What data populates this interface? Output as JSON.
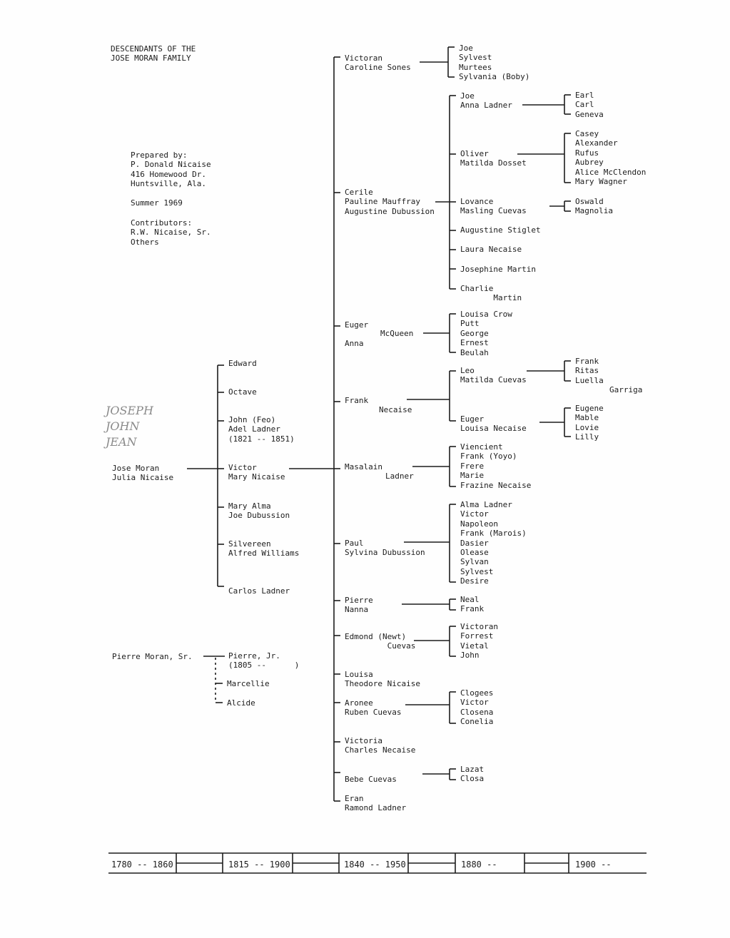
{
  "header": {
    "title": [
      "DESCENDANTS OF THE",
      "JOSE MORAN FAMILY"
    ]
  },
  "credits": {
    "prepared": [
      "Prepared by:",
      "P. Donald Nicaise",
      "416 Homewood Dr.",
      "Huntsville, Ala."
    ],
    "date": "Summer 1969",
    "contributors": [
      "Contributors:",
      "R.W. Nicaise, Sr.",
      "Others"
    ]
  },
  "handwriting": [
    "JOSEPH",
    "JOHN",
    "JEAN"
  ],
  "roots": {
    "jose": [
      "Jose Moran",
      "Julia Nicaise"
    ],
    "pierre_sr": "Pierre Moran, Sr."
  },
  "gen2": {
    "edward": [
      "Edward"
    ],
    "octave": [
      "Octave"
    ],
    "john": [
      "John (Feo)",
      "Adel Ladner",
      "(1821 -- 1851)"
    ],
    "victor": [
      "Victor",
      "Mary Nicaise"
    ],
    "mary_alma": [
      "Mary Alma",
      "Joe Dubussion"
    ],
    "silvereen": [
      "Silvereen",
      "Alfred Williams"
    ],
    "carlos": [
      "Carlos Ladner"
    ],
    "pierre_jr": [
      "Pierre, Jr.",
      "(1805 --      )"
    ],
    "marcellie": [
      "Marcellie"
    ],
    "alcide": [
      "Alcide"
    ]
  },
  "gen3": {
    "victoran": [
      "Victoran",
      "Caroline Sones"
    ],
    "cerile": [
      "Cerile",
      "Pauline Mauffray",
      "Augustine Dubussion"
    ],
    "euger_name": "Euger",
    "euger_mcqueen": "McQueen",
    "euger_anna": "Anna",
    "frank_name": "Frank",
    "frank_necaise": "Necaise",
    "masalain_name": "Masalain",
    "masalain_ladner": "Ladner",
    "paul": [
      "Paul",
      "Sylvina Dubussion"
    ],
    "pierre": [
      "Pierre",
      "Nanna"
    ],
    "edmond": [
      "Edmond (Newt)",
      "         Cuevas"
    ],
    "louisa": [
      "Louisa",
      "Theodore Nicaise"
    ],
    "aronee": [
      "Aronee",
      "Ruben Cuevas"
    ],
    "victoria": [
      "Victoria",
      "Charles Necaise"
    ],
    "bebe": [
      "Bebe Cuevas"
    ],
    "eran": [
      "Eran",
      "Ramond Ladner"
    ]
  },
  "gen4": {
    "victoran_children": [
      "Joe",
      "Sylvest",
      "Murtees",
      "Sylvania (Boby)"
    ],
    "joe": [
      "Joe",
      "Anna Ladner"
    ],
    "oliver": [
      "Oliver",
      "Matilda Dosset"
    ],
    "lovance": [
      "Lovance",
      "Masling Cuevas"
    ],
    "augustine": [
      "Augustine Stiglet"
    ],
    "laura": [
      "Laura Necaise"
    ],
    "josephine": [
      "Josephine Martin"
    ],
    "charlie": [
      "Charlie",
      "       Martin"
    ],
    "euger_children": [
      "Louisa Crow",
      "Putt",
      "George",
      "Ernest",
      "Beulah"
    ],
    "leo": [
      "Leo",
      "Matilda Cuevas"
    ],
    "euger2": [
      "Euger",
      "Louisa Necaise"
    ],
    "masalain_children": [
      "Viencient",
      "Frank (Yoyo)",
      "Frere",
      "Marie",
      "Frazine Necaise"
    ],
    "paul_children": [
      "Alma Ladner",
      "Victor",
      "Napoleon",
      "Frank (Marois)",
      "Dasier",
      "Olease",
      "Sylvan",
      "Sylvest",
      "Desire"
    ],
    "pierre_children": [
      "Neal",
      "Frank"
    ],
    "edmond_children": [
      "Victoran",
      "Forrest",
      "Vietal",
      "John"
    ],
    "aronee_children": [
      "Clogees",
      "Victor",
      "Closena",
      "Conelia"
    ],
    "bebe_children": [
      "Lazat",
      "Closa"
    ]
  },
  "gen5": {
    "joe_children": [
      "Earl",
      "Carl",
      "Geneva"
    ],
    "oliver_children": [
      "Casey",
      "Alexander",
      "Rufus",
      "Aubrey",
      "Alice McClendon",
      "Mary Wagner"
    ],
    "lovance_children": [
      "Oswald",
      "Magnolia"
    ],
    "leo_children": [
      "Frank",
      "Ritas",
      "Luella"
    ],
    "garriga": "Garriga",
    "euger2_children": [
      "Eugene",
      "Mable",
      "Lovie",
      "Lilly"
    ]
  },
  "timeline": [
    "1780 -- 1860",
    "1815 -- 1900",
    "1840 -- 1950",
    "1880 --",
    "1900 --"
  ]
}
